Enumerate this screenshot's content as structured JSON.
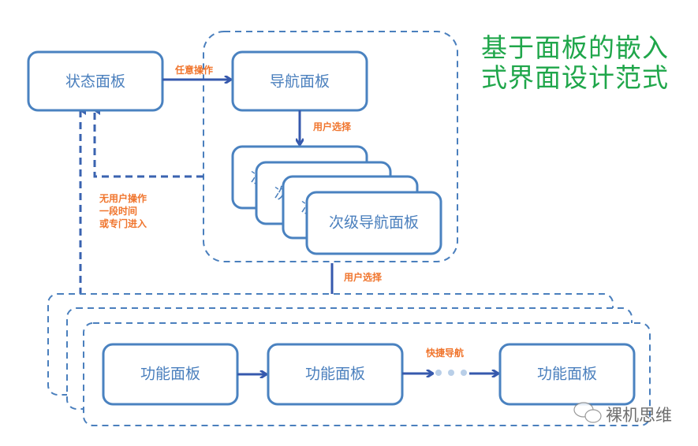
{
  "title": {
    "line1": "基于面板的嵌入",
    "line2": "式界面设计范式"
  },
  "boxes": {
    "status_panel": "状态面板",
    "nav_panel": "导航面板",
    "sub_nav_panel": "次级导航面板",
    "sub_nav_peek": "次",
    "func_panel_1": "功能面板",
    "func_panel_2": "功能面板",
    "func_panel_3": "功能面板"
  },
  "labels": {
    "any_operation": "任意操作",
    "user_select_1": "用户选择",
    "user_select_2": "用户选择",
    "quick_nav": "快捷导航",
    "return_line1": "无用户操作",
    "return_line2": "一段时间",
    "return_line3": "或专门进入"
  },
  "watermark": "裸机思维",
  "colors": {
    "box_stroke": "#4a82c0",
    "arrow": "#3659ad",
    "label": "#f0752d",
    "title": "#1fa64a"
  }
}
